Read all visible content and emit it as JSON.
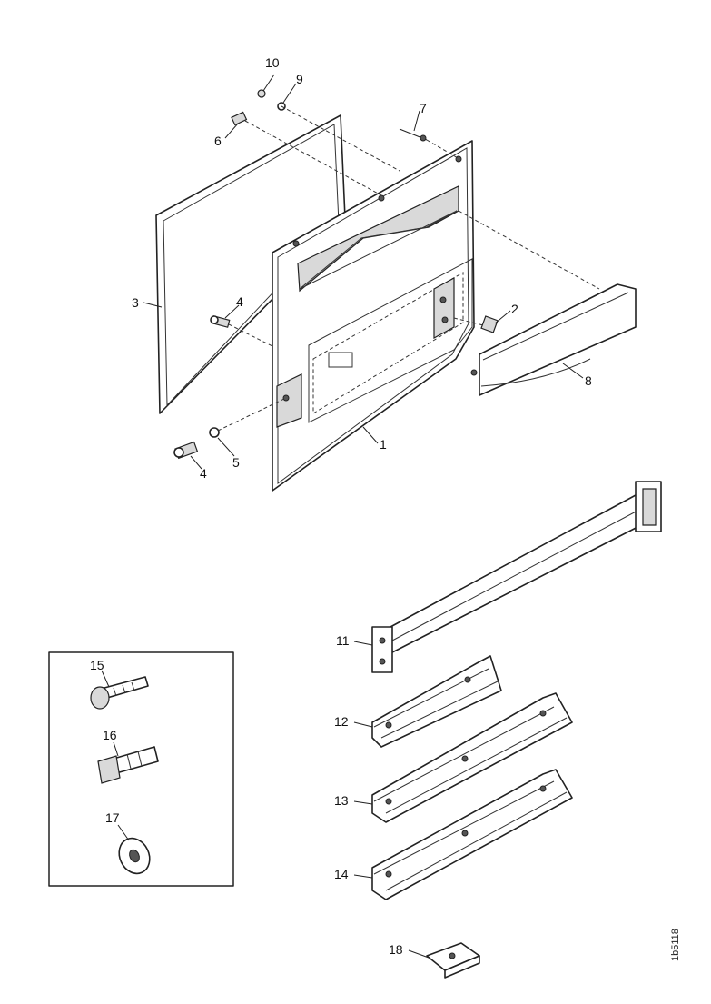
{
  "diagram": {
    "callouts": {
      "c1": "1",
      "c2": "2",
      "c3": "3",
      "c4a": "4",
      "c4b": "4",
      "c5": "5",
      "c6": "6",
      "c7": "7",
      "c8": "8",
      "c9": "9",
      "c10": "10",
      "c11": "11",
      "c12": "12",
      "c13": "13",
      "c14": "14",
      "c15": "15",
      "c16": "16",
      "c17": "17",
      "c18": "18"
    },
    "figure_code": "1b5118"
  }
}
